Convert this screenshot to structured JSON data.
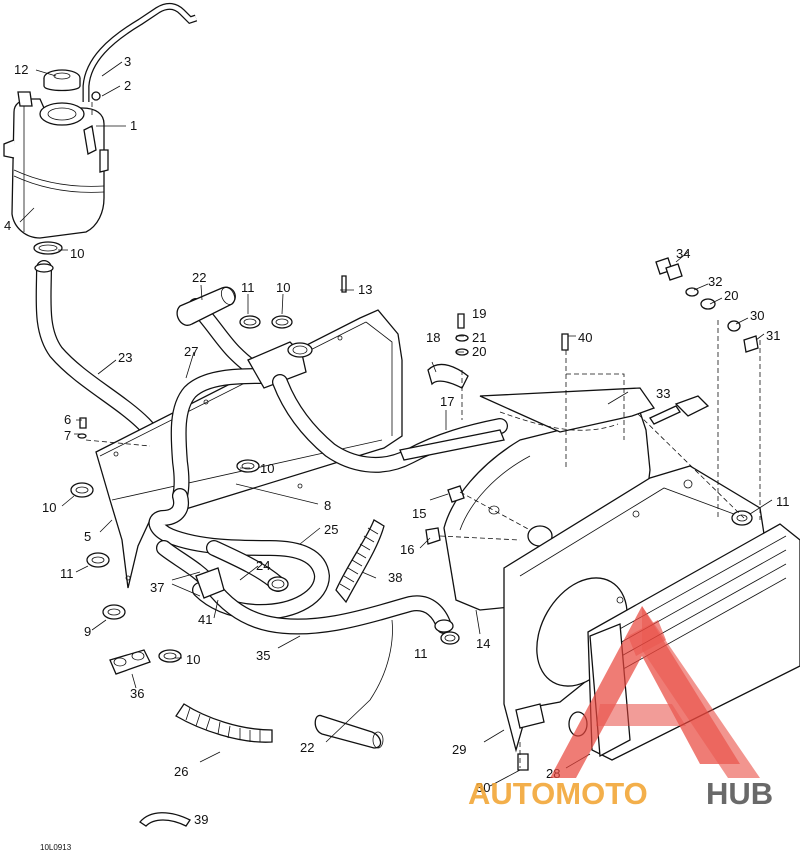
{
  "diagram": {
    "reference_code": "10L0913",
    "callouts": [
      {
        "id": "c1",
        "text": "1"
      },
      {
        "id": "c2",
        "text": "2"
      },
      {
        "id": "c3",
        "text": "3"
      },
      {
        "id": "c4",
        "text": "4"
      },
      {
        "id": "c5",
        "text": "5"
      },
      {
        "id": "c6",
        "text": "6"
      },
      {
        "id": "c7",
        "text": "7"
      },
      {
        "id": "c8",
        "text": "8"
      },
      {
        "id": "c9",
        "text": "9"
      },
      {
        "id": "c10a",
        "text": "10"
      },
      {
        "id": "c10b",
        "text": "10"
      },
      {
        "id": "c10c",
        "text": "10"
      },
      {
        "id": "c10d",
        "text": "10"
      },
      {
        "id": "c10e",
        "text": "10"
      },
      {
        "id": "c11a",
        "text": "11"
      },
      {
        "id": "c11b",
        "text": "11"
      },
      {
        "id": "c11c",
        "text": "11"
      },
      {
        "id": "c11d",
        "text": "11"
      },
      {
        "id": "c12",
        "text": "12"
      },
      {
        "id": "c13",
        "text": "13"
      },
      {
        "id": "c14",
        "text": "14"
      },
      {
        "id": "c15",
        "text": "15"
      },
      {
        "id": "c16",
        "text": "16"
      },
      {
        "id": "c17",
        "text": "17"
      },
      {
        "id": "c18",
        "text": "18"
      },
      {
        "id": "c19",
        "text": "19"
      },
      {
        "id": "c20a",
        "text": "20"
      },
      {
        "id": "c20b",
        "text": "20"
      },
      {
        "id": "c21",
        "text": "21"
      },
      {
        "id": "c22a",
        "text": "22"
      },
      {
        "id": "c22b",
        "text": "22"
      },
      {
        "id": "c23",
        "text": "23"
      },
      {
        "id": "c24",
        "text": "24"
      },
      {
        "id": "c25",
        "text": "25"
      },
      {
        "id": "c26",
        "text": "26"
      },
      {
        "id": "c27",
        "text": "27"
      },
      {
        "id": "c28",
        "text": "28"
      },
      {
        "id": "c29",
        "text": "29"
      },
      {
        "id": "c30a",
        "text": "30"
      },
      {
        "id": "c30b",
        "text": "30"
      },
      {
        "id": "c31",
        "text": "31"
      },
      {
        "id": "c32",
        "text": "32"
      },
      {
        "id": "c33",
        "text": "33"
      },
      {
        "id": "c34",
        "text": "34"
      },
      {
        "id": "c35",
        "text": "35"
      },
      {
        "id": "c36",
        "text": "36"
      },
      {
        "id": "c37",
        "text": "37"
      },
      {
        "id": "c38",
        "text": "38"
      },
      {
        "id": "c39",
        "text": "39"
      },
      {
        "id": "c40",
        "text": "40"
      },
      {
        "id": "c41",
        "text": "41"
      }
    ]
  },
  "watermark": {
    "brand_part1": "AUTOMOTO",
    "brand_part2": "HUB",
    "color_primary": "#e8453c",
    "color_secondary": "#f2a533",
    "color_tertiary": "#555555"
  }
}
